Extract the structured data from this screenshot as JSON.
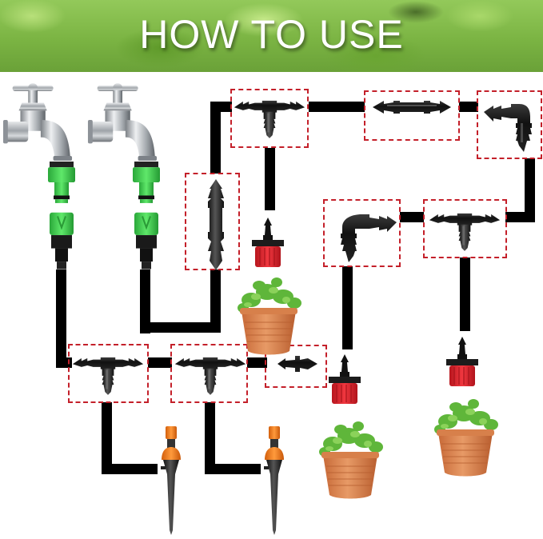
{
  "banner": {
    "title": "HOW TO USE",
    "background": "lettuce field photo"
  },
  "colors": {
    "tube": "#000000",
    "highlight_box": "#c4202a",
    "adapter_green": "#3fcf4a",
    "dripper_red": "#e52a32",
    "sprayer_orange": "#f07a1c",
    "pot": "#d9834f",
    "title_text": "#ffffff"
  },
  "components": {
    "faucets": [
      {
        "id": "faucet-1",
        "icon": "water-tap-icon",
        "adapter": "green-quick-connector"
      },
      {
        "id": "faucet-2",
        "icon": "water-tap-icon",
        "adapter": "green-quick-connector"
      }
    ],
    "connectors": [
      {
        "id": "straight-coupler-vertical",
        "type": "straight-barbed-coupler",
        "highlighted": true
      },
      {
        "id": "tee-top",
        "type": "barbed-tee",
        "highlighted": true
      },
      {
        "id": "straight-coupler-top",
        "type": "straight-barbed-coupler",
        "highlighted": true
      },
      {
        "id": "elbow-top-right",
        "type": "barbed-elbow",
        "highlighted": true
      },
      {
        "id": "elbow-middle",
        "type": "barbed-elbow",
        "highlighted": true
      },
      {
        "id": "tee-middle-right",
        "type": "barbed-tee",
        "highlighted": true
      },
      {
        "id": "tee-bottom-left",
        "type": "barbed-tee",
        "highlighted": true
      },
      {
        "id": "tee-bottom-middle",
        "type": "barbed-tee",
        "highlighted": true
      },
      {
        "id": "end-plug",
        "type": "end-plug",
        "highlighted": true
      }
    ],
    "drippers": [
      {
        "id": "dripper-1",
        "type": "red-adjustable-dripper"
      },
      {
        "id": "dripper-2",
        "type": "red-adjustable-dripper"
      },
      {
        "id": "dripper-3",
        "type": "red-adjustable-dripper"
      }
    ],
    "sprayers": [
      {
        "id": "stake-sprayer-1",
        "type": "orange-stake-sprayer"
      },
      {
        "id": "stake-sprayer-2",
        "type": "orange-stake-sprayer"
      }
    ],
    "plants": [
      {
        "id": "potted-plant-1"
      },
      {
        "id": "potted-plant-2"
      },
      {
        "id": "potted-plant-3"
      }
    ]
  }
}
